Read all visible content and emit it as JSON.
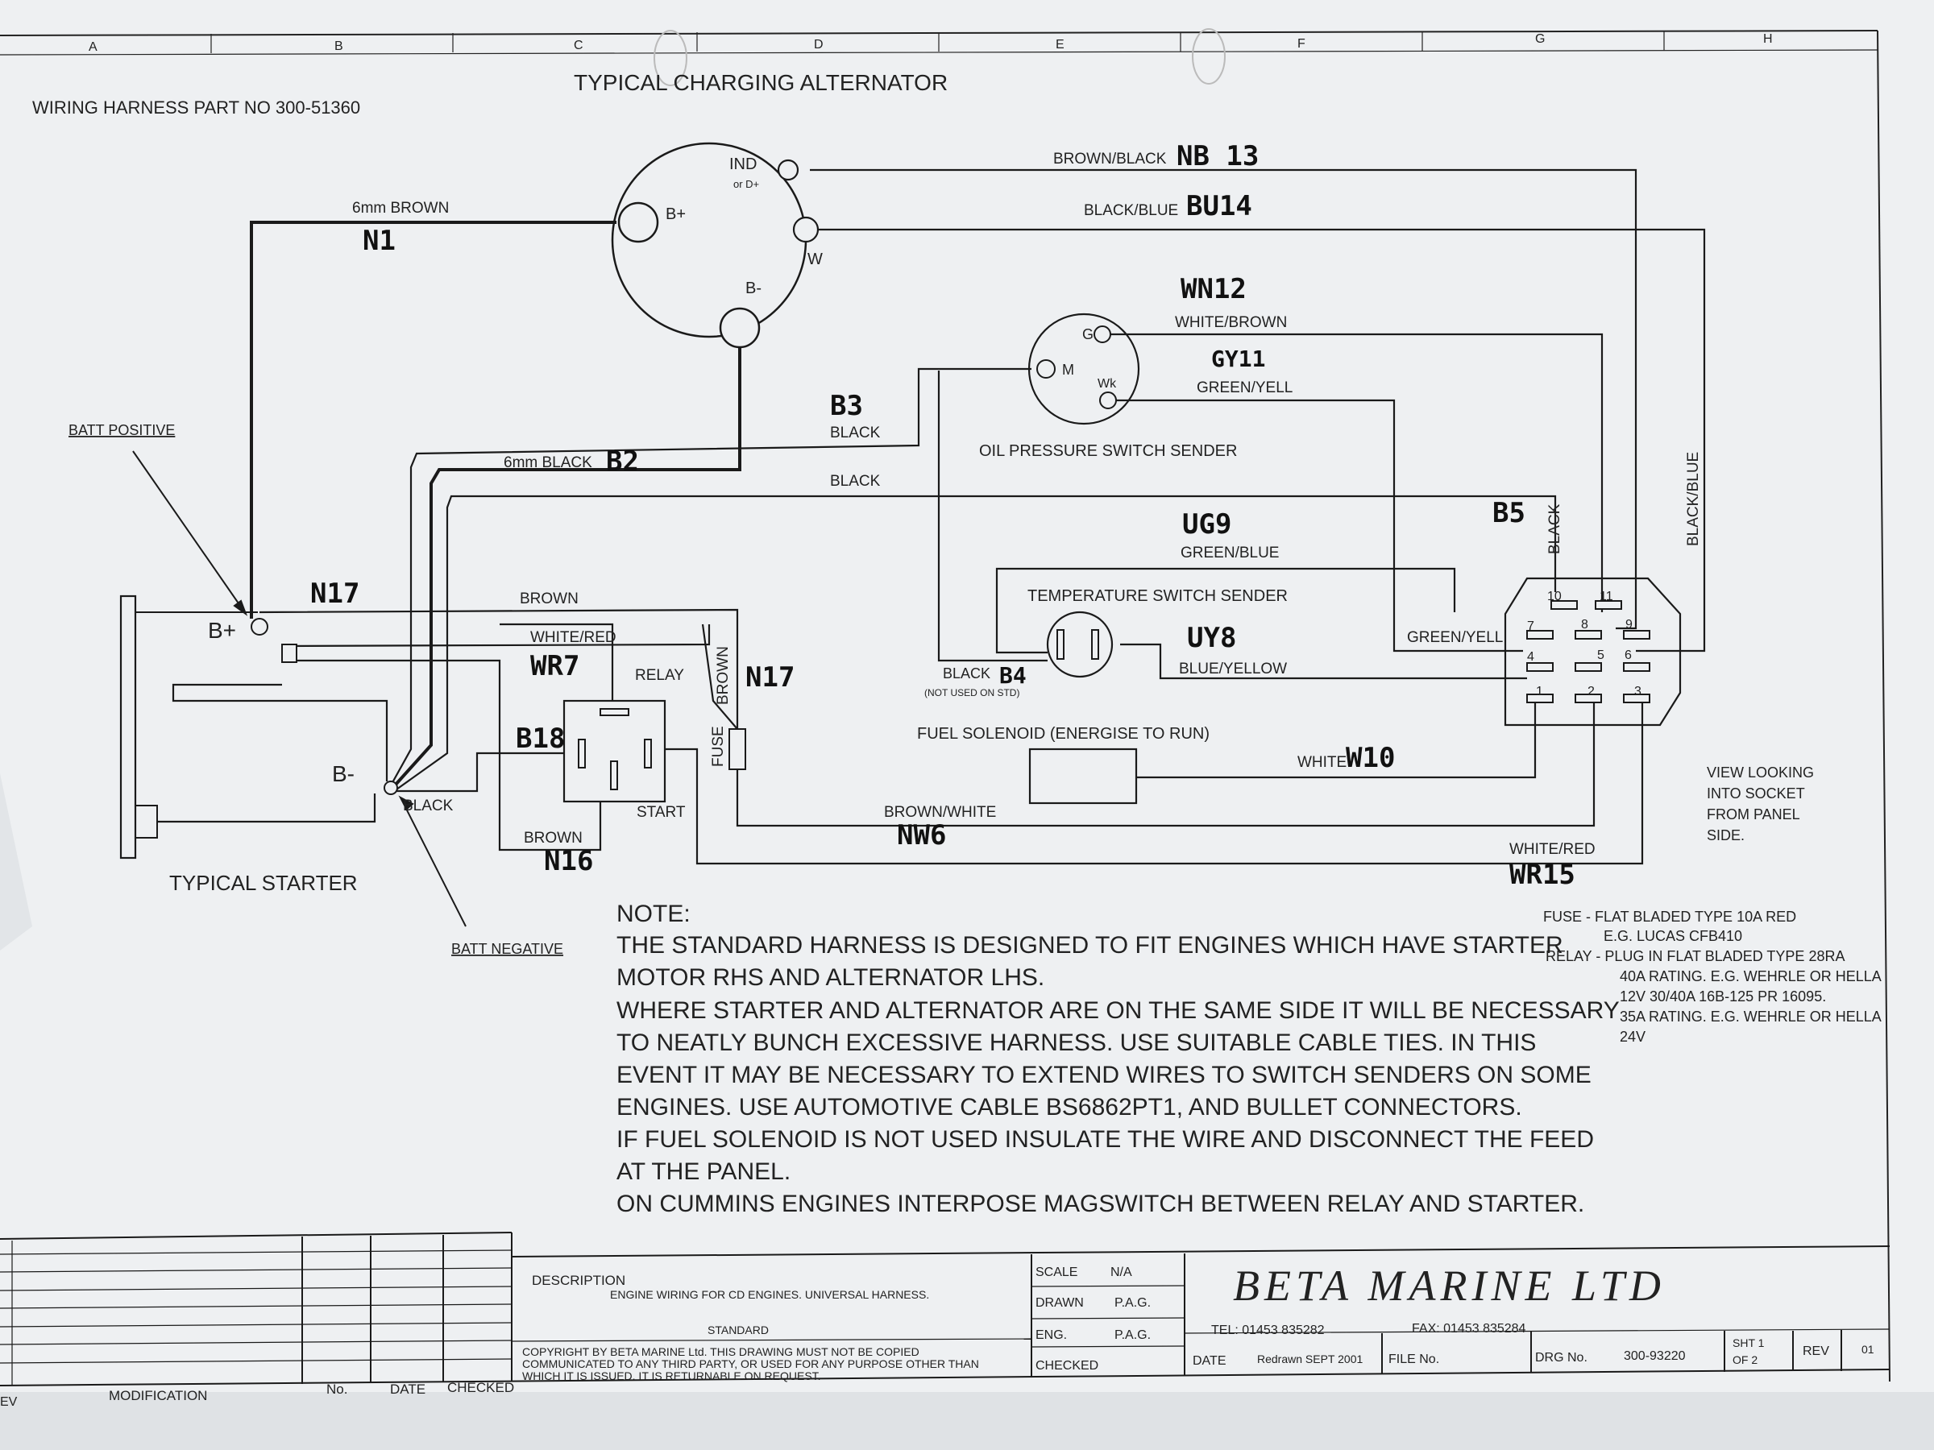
{
  "header": {
    "zones": [
      "A",
      "B",
      "C",
      "D",
      "E",
      "F",
      "G",
      "H"
    ],
    "title": "TYPICAL CHARGING ALTERNATOR",
    "part_no": "WIRING HARNESS PART NO 300-51360"
  },
  "alternator": {
    "ind": "IND",
    "ind_sub": "or D+",
    "bplus": "B+",
    "w": "W",
    "bminus": "B-"
  },
  "wires": {
    "brown_black": "BROWN/BLACK",
    "nb13": "NB 13",
    "black_blue": "BLACK/BLUE",
    "bu14": "BU14",
    "brown_6mm": "6mm BROWN",
    "n1": "N1",
    "wn12": "WN12",
    "white_brown": "WHITE/BROWN",
    "gy11": "GY11",
    "green_yell_top": "GREEN/YELL",
    "b3": "B3",
    "black_b3": "BLACK",
    "black_6mm": "6mm BLACK",
    "b2": "B2",
    "black_mid": "BLACK",
    "ug9": "UG9",
    "green_blue": "GREEN/BLUE",
    "b5": "B5",
    "black_vert": "BLACK",
    "black_blue_vert": "BLACK/BLUE",
    "n17_top": "N17",
    "brown_top": "BROWN",
    "white_red": "WHITE/RED",
    "wr7": "WR7",
    "relay": "RELAY",
    "brown_vert": "BROWN",
    "n17_right": "N17",
    "b18": "B18",
    "fuse_vert": "FUSE",
    "start": "START",
    "brown_bottom": "BROWN",
    "n16": "N16",
    "black_b4": "BLACK",
    "b4": "B4",
    "not_used": "(NOT USED ON STD)",
    "uy8": "UY8",
    "blue_yellow": "BLUE/YELLOW",
    "green_yell_right": "GREEN/YELL",
    "white_fuel": "WHITE",
    "w10": "W10",
    "brown_white": "BROWN/WHITE",
    "nw6": "NW6",
    "white_red_bottom": "WHITE/RED",
    "wr15": "WR15",
    "black_starter": "BLACK"
  },
  "components": {
    "oil_sender": "OIL PRESSURE SWITCH SENDER",
    "oil_g": "G",
    "oil_m": "M",
    "oil_wk": "Wk",
    "temp_sender": "TEMPERATURE SWITCH SENDER",
    "fuel_solenoid": "FUEL SOLENOID (ENERGISE TO RUN)",
    "starter": "TYPICAL STARTER",
    "starter_bplus": "B+",
    "starter_bminus": "B-",
    "batt_positive": "BATT POSITIVE",
    "batt_negative": "BATT NEGATIVE",
    "socket_pins": [
      "10",
      "11",
      "7",
      "8",
      "9",
      "4",
      "5",
      "6",
      "1",
      "2",
      "3"
    ],
    "socket_view": [
      "VIEW LOOKING",
      "INTO SOCKET",
      "FROM PANEL",
      "SIDE."
    ]
  },
  "note": {
    "heading": "NOTE:",
    "lines": [
      "THE STANDARD HARNESS IS DESIGNED TO FIT ENGINES WHICH HAVE STARTER",
      "MOTOR RHS AND ALTERNATOR LHS.",
      "WHERE STARTER AND ALTERNATOR ARE ON THE SAME SIDE IT WILL BE NECESSARY",
      "TO NEATLY BUNCH EXCESSIVE HARNESS. USE SUITABLE CABLE TIES.  IN THIS",
      "EVENT IT MAY BE NECESSARY TO EXTEND WIRES TO SWITCH SENDERS ON SOME",
      "ENGINES. USE AUTOMOTIVE CABLE BS6862PT1, AND BULLET CONNECTORS.",
      "IF FUEL SOLENOID IS NOT USED INSULATE THE WIRE AND DISCONNECT THE FEED",
      "AT THE PANEL.",
      "ON CUMMINS ENGINES INTERPOSE MAGSWITCH BETWEEN RELAY AND STARTER."
    ]
  },
  "specs": {
    "fuse_1": "FUSE -  FLAT BLADED TYPE 10A RED",
    "fuse_2": "E.G. LUCAS CFB410",
    "relay_1": "RELAY -   PLUG IN FLAT BLADED TYPE 28RA",
    "relay_2": "40A RATING. E.G. WEHRLE OR HELLA",
    "relay_3": "12V 30/40A 16B-125 PR 16095.",
    "relay_4": "35A RATING. E.G. WEHRLE OR HELLA",
    "relay_5": "24V"
  },
  "title_block": {
    "ev": "EV",
    "modification": "MODIFICATION",
    "no": "No.",
    "date": "DATE",
    "checked": "CHECKED",
    "description_label": "DESCRIPTION",
    "description": "ENGINE WIRING FOR CD ENGINES. UNIVERSAL HARNESS.",
    "standard": "STANDARD",
    "copyright_1": "COPYRIGHT BY BETA MARINE Ltd. THIS DRAWING MUST NOT BE COPIED",
    "copyright_2": "COMMUNICATED TO ANY THIRD PARTY, OR USED FOR ANY PURPOSE OTHER THAN",
    "copyright_3": "WHICH IT IS ISSUED. IT IS RETURNABLE ON REQUEST.",
    "scale_label": "SCALE",
    "scale": "N/A",
    "drawn_label": "DRAWN",
    "drawn": "P.A.G.",
    "eng_label": "ENG.",
    "eng": "P.A.G.",
    "checked_label": "CHECKED",
    "company": "BETA MARINE LTD",
    "tel": "TEL: 01453 835282",
    "fax": "FAX: 01453 835284",
    "date_label": "DATE",
    "date_value": "Redrawn SEPT 2001",
    "file_label": "FILE No.",
    "drg_label": "DRG No.",
    "drg": "300-93220",
    "sht_1": "SHT 1",
    "sht_2": "OF   2",
    "rev_label": "REV",
    "rev": "01"
  }
}
